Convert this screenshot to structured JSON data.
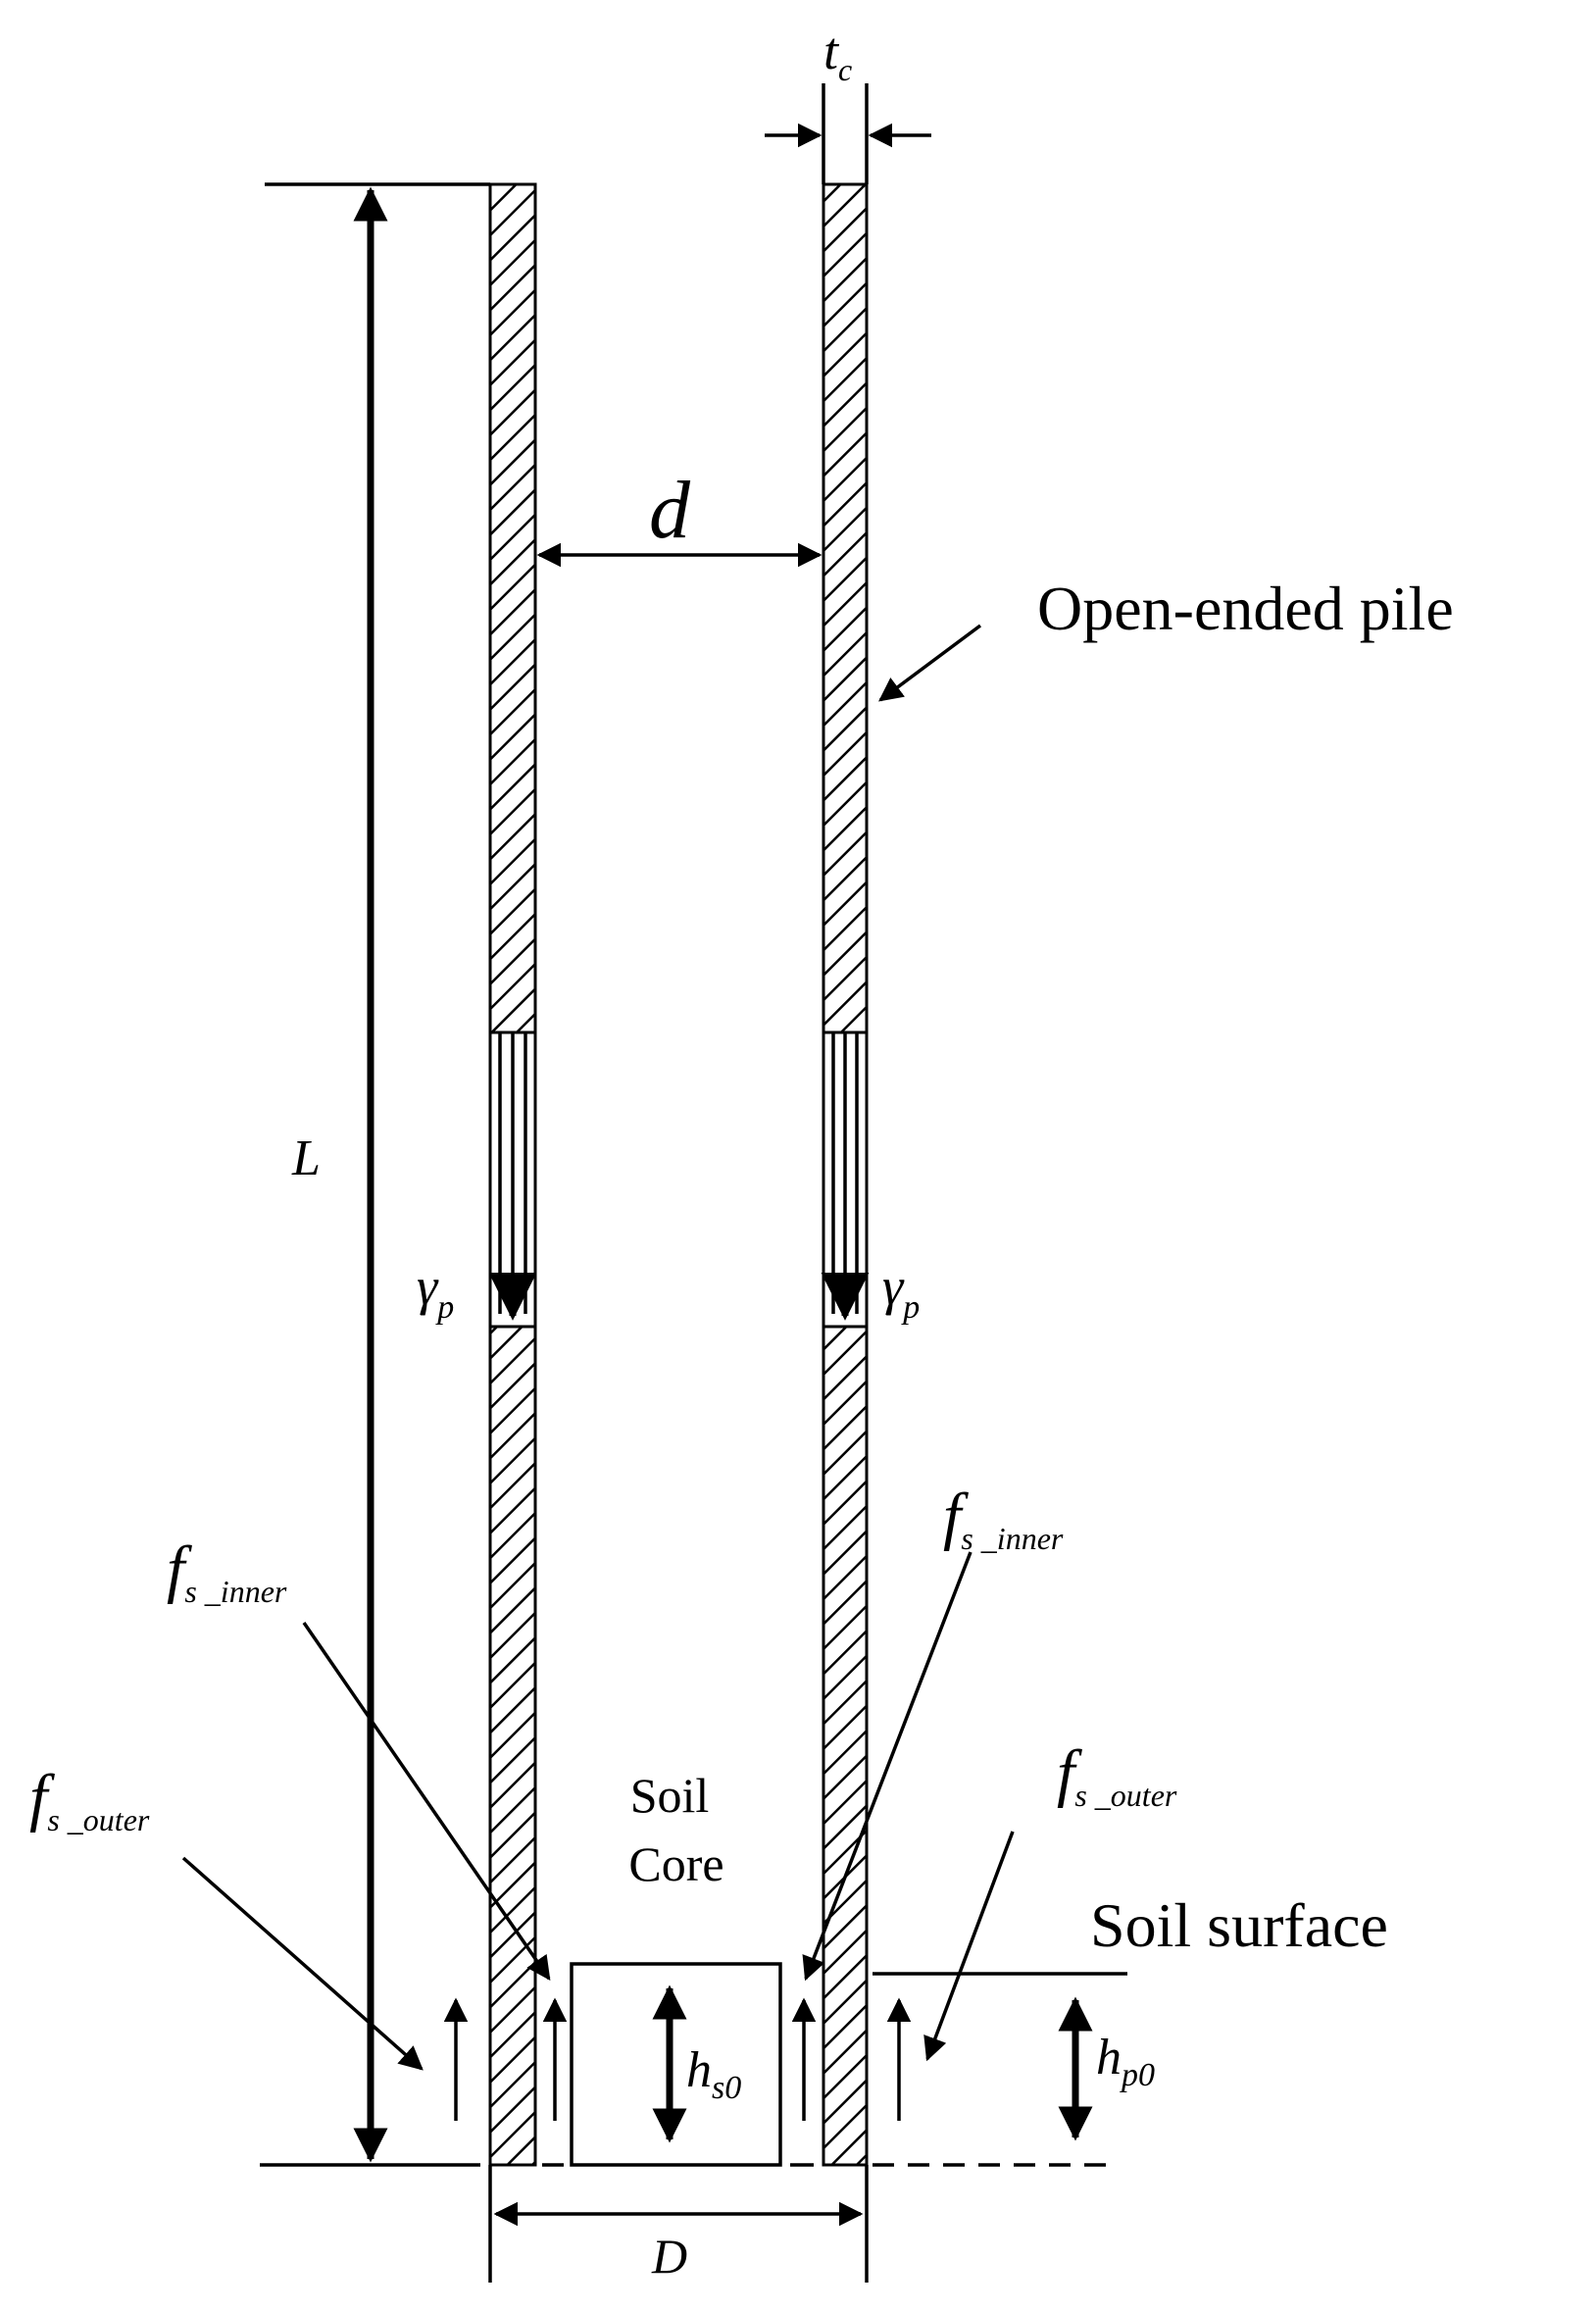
{
  "labels": {
    "t": "t",
    "t_sub": "c",
    "d": "d",
    "pile": "Open-ended pile",
    "L": "L",
    "gamma": "γ",
    "gamma_sub": "p",
    "fs": "f",
    "fs_inner_sub": "s _inner",
    "fs_outer_sub": "s _outer",
    "soil_core_line1": "Soil",
    "soil_core_line2": "Core",
    "soil_surface": "Soil surface",
    "h": "h",
    "hs0_sub": "s0",
    "hp0_sub": "p0",
    "D": "D"
  }
}
